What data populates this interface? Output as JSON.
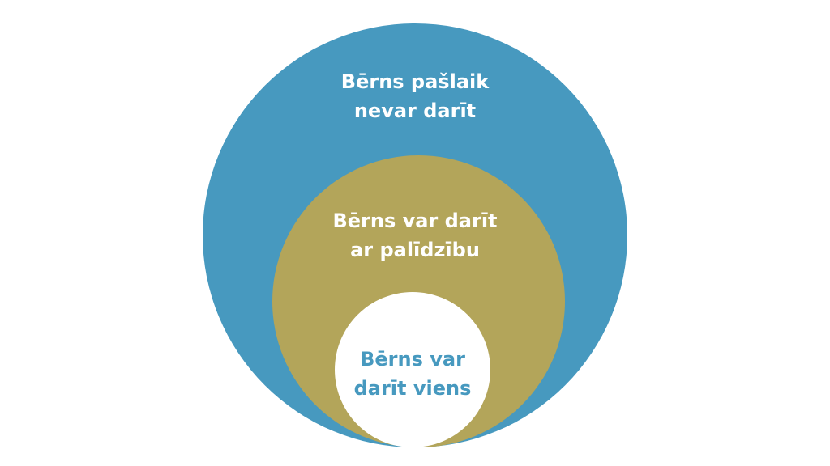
{
  "diagram": {
    "outer": {
      "lines": [
        "Bērns pašlaik",
        "nevar darīt"
      ],
      "fill": "#4799bf",
      "text_color": "#ffffff"
    },
    "middle": {
      "lines": [
        "Bērns var darīt",
        "ar palīdzību"
      ],
      "fill": "#b3a55a",
      "text_color": "#ffffff"
    },
    "inner": {
      "lines": [
        "Bērns var",
        "darīt viens"
      ],
      "fill": "#ffffff",
      "text_color": "#4799bf"
    }
  }
}
